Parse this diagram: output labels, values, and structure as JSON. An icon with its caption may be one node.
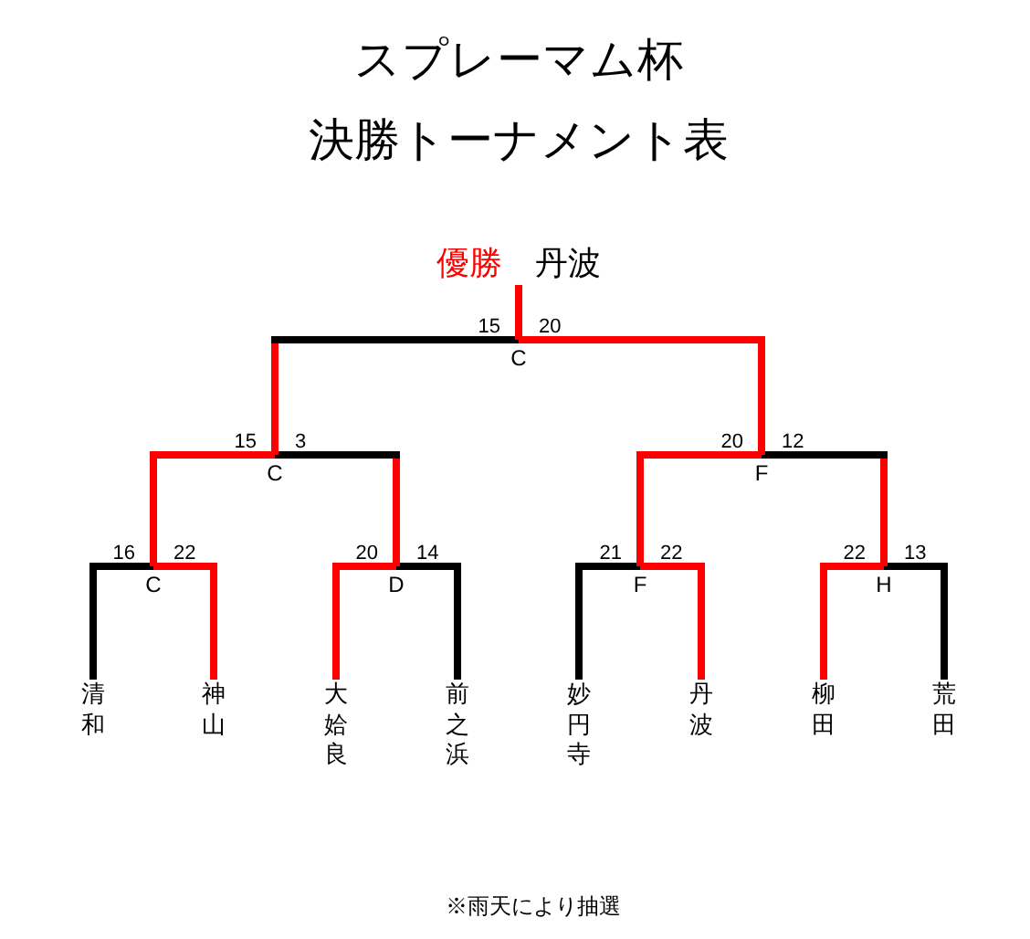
{
  "diagram": {
    "title": "スプレーマム杯決勝トーナメント表",
    "nodes": [
      {
        "text": [
          "優勝",
          "丹波"
        ]
      },
      {
        "text": [
          "C"
        ]
      },
      {
        "text": [
          "C"
        ]
      },
      {
        "text": [
          "F"
        ]
      },
      {
        "text": [
          "C"
        ]
      },
      {
        "text": [
          "D"
        ]
      },
      {
        "text": [
          "F"
        ]
      },
      {
        "text": [
          "H"
        ]
      },
      {
        "text": [
          "清和"
        ]
      },
      {
        "text": [
          "神山"
        ]
      },
      {
        "text": [
          "大姶良"
        ]
      },
      {
        "text": [
          "前之浜"
        ]
      },
      {
        "text": [
          "妙円寺"
        ]
      },
      {
        "text": [
          "丹波"
        ]
      },
      {
        "text": [
          "柳田"
        ]
      },
      {
        "text": [
          "荒田"
        ]
      }
    ],
    "edges": [
      {
        "from": 8,
        "to": 4,
        "arrow": "none",
        "label": "16",
        "color": "#000000"
      },
      {
        "from": 9,
        "to": 4,
        "arrow": "none",
        "label": "22",
        "color": "#ff0000"
      },
      {
        "from": 10,
        "to": 5,
        "arrow": "none",
        "label": "20",
        "color": "#ff0000"
      },
      {
        "from": 11,
        "to": 5,
        "arrow": "none",
        "label": "14",
        "color": "#000000"
      },
      {
        "from": 12,
        "to": 6,
        "arrow": "none",
        "label": "21",
        "color": "#000000"
      },
      {
        "from": 13,
        "to": 6,
        "arrow": "none",
        "label": "22",
        "color": "#ff0000"
      },
      {
        "from": 14,
        "to": 7,
        "arrow": "none",
        "label": "22",
        "color": "#ff0000"
      },
      {
        "from": 15,
        "to": 7,
        "arrow": "none",
        "label": "13",
        "color": "#000000"
      },
      {
        "from": 4,
        "to": 2,
        "arrow": "none",
        "label": "15",
        "color": "#ff0000"
      },
      {
        "from": 5,
        "to": 2,
        "arrow": "none",
        "label": "3",
        "color": "#000000"
      },
      {
        "from": 6,
        "to": 3,
        "arrow": "none",
        "label": "20",
        "color": "#ff0000"
      },
      {
        "from": 7,
        "to": 3,
        "arrow": "none",
        "label": "12",
        "color": "#000000"
      },
      {
        "from": 2,
        "to": 1,
        "arrow": "none",
        "label": "15",
        "color": "#000000"
      },
      {
        "from": 3,
        "to": 1,
        "arrow": "none",
        "label": "20",
        "color": "#ff0000"
      },
      {
        "from": 1,
        "to": 0,
        "arrow": "none",
        "color": "#ff0000"
      }
    ],
    "labels": [
      "※雨天により抽選"
    ]
  }
}
